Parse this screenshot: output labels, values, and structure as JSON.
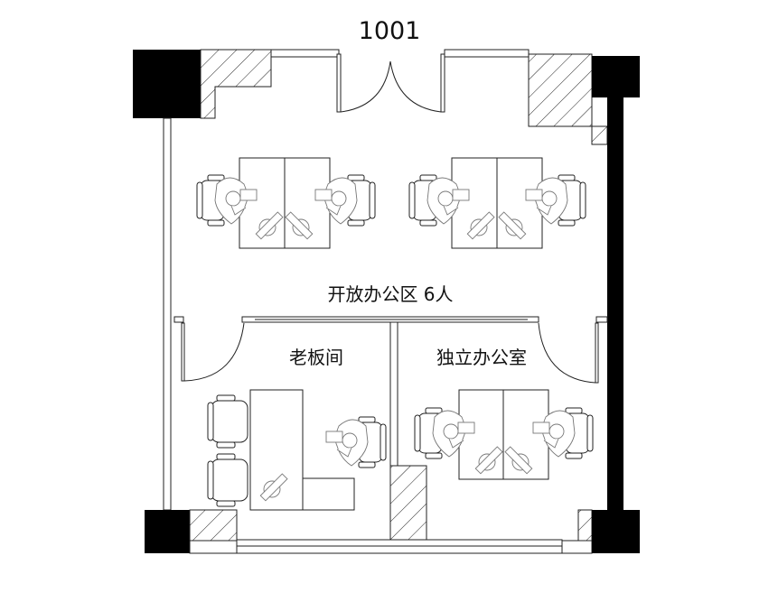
{
  "plan": {
    "room_number": "1001",
    "rooms": {
      "open_area": "开放办公区 6人",
      "boss_room": "老板间",
      "private_office": "独立办公室"
    }
  },
  "colors": {
    "wall": "#000000",
    "line": "#222222",
    "background": "#ffffff"
  }
}
